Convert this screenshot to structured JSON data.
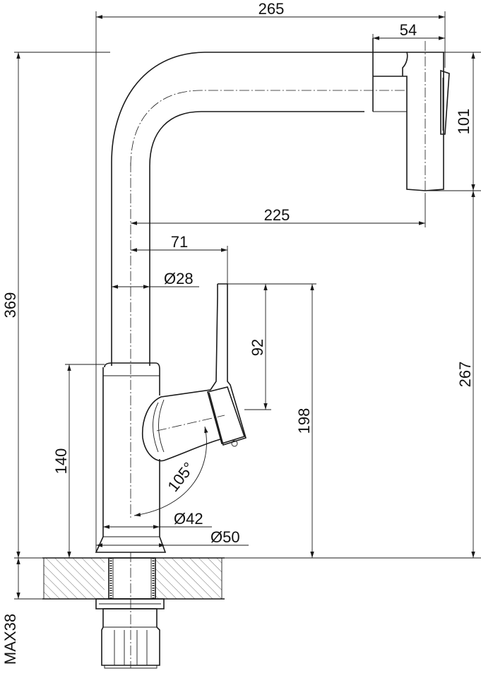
{
  "labels": {
    "d265": "265",
    "d54": "54",
    "d101": "101",
    "d369": "369",
    "d225": "225",
    "d71": "71",
    "d28": "Ø28",
    "d92": "92",
    "d267": "267",
    "d198": "198",
    "d140": "140",
    "d105": "105°",
    "d42": "Ø42",
    "d50": "Ø50",
    "dmax38": "MAX38"
  }
}
